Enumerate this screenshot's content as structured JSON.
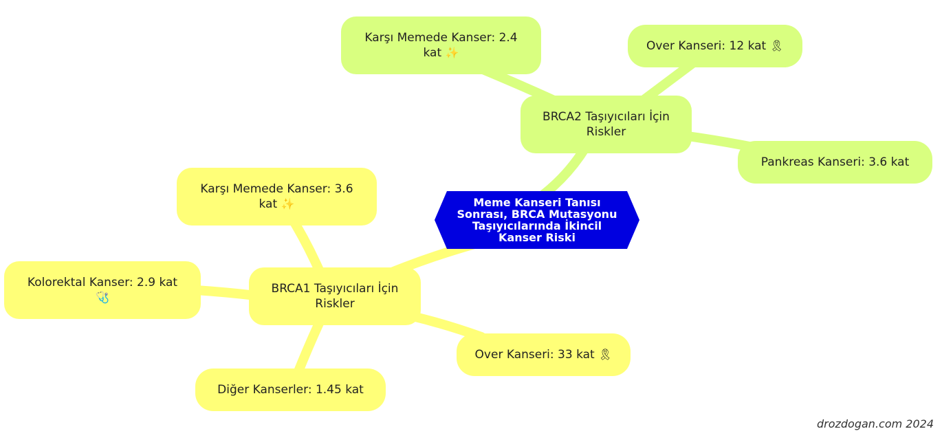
{
  "root": {
    "lines": [
      "Meme Kanseri Tanısı",
      "Sonrası, BRCA Mutasyonu",
      "Taşıyıcılarında İkincil",
      "Kanser Riski"
    ]
  },
  "brca2": {
    "label_lines": [
      "BRCA2 Taşıyıcıları İçin",
      "Riskler"
    ],
    "contralateral": {
      "line1": "Karşı Memede Kanser: 2.4",
      "line2": "kat",
      "icon": "sparkles-icon",
      "glyph": "✨"
    },
    "ovarian": {
      "text": "Over Kanseri: 12 kat",
      "icon": "ribbon-icon",
      "glyph": "🎗"
    },
    "pancreatic": {
      "text": "Pankreas Kanseri: 3.6 kat"
    }
  },
  "brca1": {
    "label_lines": [
      "BRCA1 Taşıyıcıları İçin",
      "Riskler"
    ],
    "contralateral": {
      "line1": "Karşı Memede Kanser: 3.6",
      "line2": "kat",
      "icon": "sparkles-icon",
      "glyph": "✨"
    },
    "colorectal": {
      "line1": "Kolorektal Kanser: 2.9 kat",
      "icon": "stethoscope-icon",
      "glyph": "🩺"
    },
    "other": {
      "text": "Diğer Kanserler: 1.45 kat"
    },
    "ovarian": {
      "text": "Over Kanseri: 33 kat",
      "icon": "ribbon-icon",
      "glyph": "🎗"
    }
  },
  "watermark": "drozdogan.com 2024",
  "colors": {
    "root_fill": "#0000e0",
    "brca1_fill": "#ffff78",
    "brca2_fill": "#d9ff80",
    "brca1_edge": "#ffff78",
    "brca2_edge": "#d9ff80"
  }
}
